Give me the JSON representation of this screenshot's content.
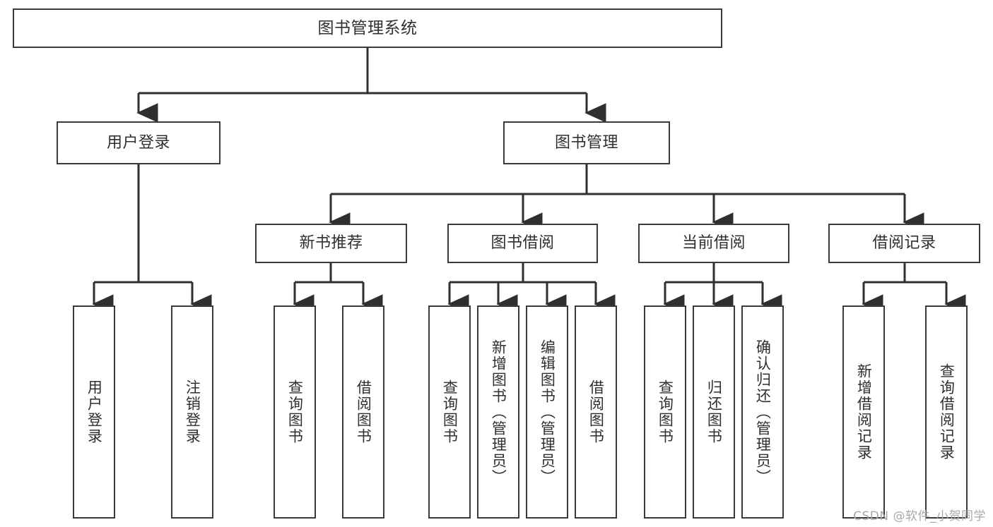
{
  "diagram": {
    "type": "tree-hierarchy",
    "title": "图书管理系统",
    "watermark": "CSDN @软件_小贺同学",
    "colors": {
      "box_border": "#3a3a3a",
      "box_fill": "#ffffff",
      "connector": "#2f2f2f",
      "text": "#2f2f2f",
      "watermark": "#a9a9a9",
      "background": "#ffffff"
    },
    "root": {
      "label": "图书管理系统"
    },
    "level2": [
      {
        "label": "用户登录"
      },
      {
        "label": "图书管理"
      }
    ],
    "level3": [
      {
        "label": "新书推荐"
      },
      {
        "label": "图书借阅"
      },
      {
        "label": "当前借阅"
      },
      {
        "label": "借阅记录"
      }
    ],
    "leaves": {
      "user_login": [
        {
          "label": "用户登录"
        },
        {
          "label": "注销登录"
        }
      ],
      "new_book_recommend": [
        {
          "label": "查询图书"
        },
        {
          "label": "借阅图书"
        }
      ],
      "book_borrow": [
        {
          "label": "查询图书"
        },
        {
          "label": "新增图书（管理员）"
        },
        {
          "label": "编辑图书（管理员）"
        },
        {
          "label": "借阅图书"
        }
      ],
      "current_borrow": [
        {
          "label": "查询图书"
        },
        {
          "label": "归还图书"
        },
        {
          "label": "确认归还（管理员）"
        }
      ],
      "borrow_record": [
        {
          "label": "新增借阅记录"
        },
        {
          "label": "查询借阅记录"
        }
      ]
    }
  }
}
